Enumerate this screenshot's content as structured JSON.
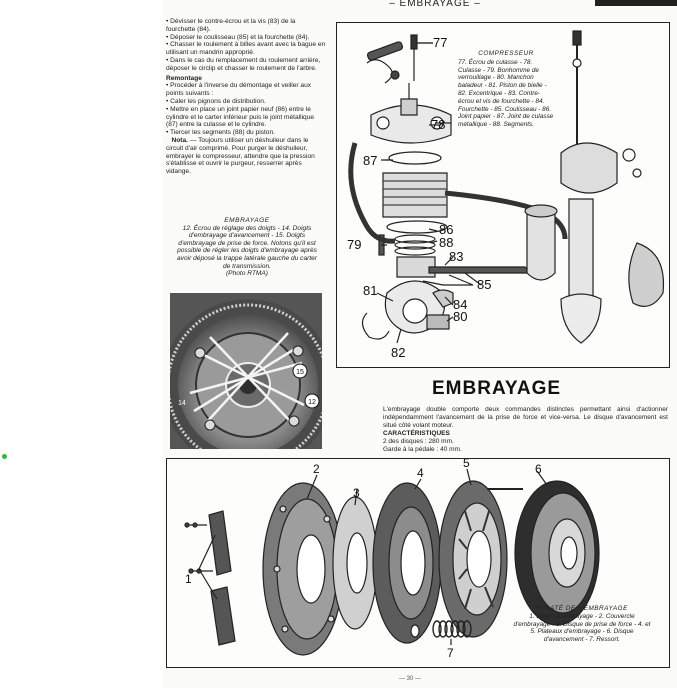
{
  "header": {
    "title": "– EMBRAYAGE –"
  },
  "left_text": {
    "lines": [
      "• Dévisser le contre-écrou et la vis (83) de la fourchette (84).",
      "• Déposer le coulisseau (85) et la fourchette (84).",
      "• Chasser le roulement à billes avant avec la bague en utilisant un mandrin approprié.",
      "• Dans le cas du remplacement du roulement arrière, déposer le circlip et chasser le roulement de l'arbre."
    ],
    "remontage_title": "Remontage",
    "remontage_lines": [
      "• Procéder à l'inverse du démontage et veiller aux points suivants :",
      "• Caler les pignons de distribution.",
      "• Mettre en place un joint papier neuf (86) entre le cylindre et le carter inférieur puis le joint métallique (87) entre la culasse et le cylindre.",
      "• Tiercer les segments (88) du piston."
    ],
    "note_label": "Nota.",
    "note_text": " — Toujours utiliser un déshuileur dans le circuit d'air comprimé. Pour purger le déshuileur, embrayer le compresseur, attendre que la pression s'établisse et ouvrir le purgeur, resserrer après vidange."
  },
  "photo_caption": {
    "title": "EMBRAYAGE",
    "text": "12. Écrou de réglage des doigts - 14. Doigts d'embrayage d'avancement - 15. Doigts d'embrayage de prise de force. Notons qu'il est possible de régler les doigts d'embrayage après avoir déposé la trappe latérale gauche du carter de transmission.",
    "credit": "(Photo RTMA)",
    "labels": [
      "15",
      "12",
      "14"
    ]
  },
  "compressor": {
    "legend_title": "COMPRESSEUR",
    "legend_text": "77. Écrou de culasse - 78. Culasse - 79. Bonhomme de verrouillage - 80. Manchon baladeur - 81. Piston de bielle - 82. Excentrique - 83. Contre-écrou et vis de fourchette - 84. Fourchette - 85. Coulisseau - 86. Joint papier - 87. Joint de culasse métallique - 88. Segments.",
    "callouts": [
      "77",
      "78",
      "87",
      "86",
      "88",
      "79",
      "83",
      "85",
      "81",
      "84",
      "80",
      "82"
    ]
  },
  "section": {
    "title": "EMBRAYAGE",
    "intro": "L'embrayage double comporte deux commandes distinctes permettant ainsi d'actionner indépendamment l'avancement de la prise de force et vice-versa. Le disque d'avancement est situé côté volant moteur.",
    "char_title": "CARACTÉRISTIQUES",
    "char_lines": [
      "2 des disques : 280 mm.",
      "Garde à la pédale : 40 mm."
    ]
  },
  "exploded": {
    "callouts": [
      "1",
      "2",
      "3",
      "4",
      "5",
      "6",
      "7"
    ],
    "legend_title": "ÉCLATÉ DE L'EMBRAYAGE",
    "legend_text": "1. Doigts d'embrayage - 2. Couvercle d'embrayage - 3. Disque de prise de force - 4. et 5. Plateaux d'embrayage - 6. Disque d'avancement - 7. Ressort."
  },
  "footer": {
    "page_number": "— 30 —"
  }
}
